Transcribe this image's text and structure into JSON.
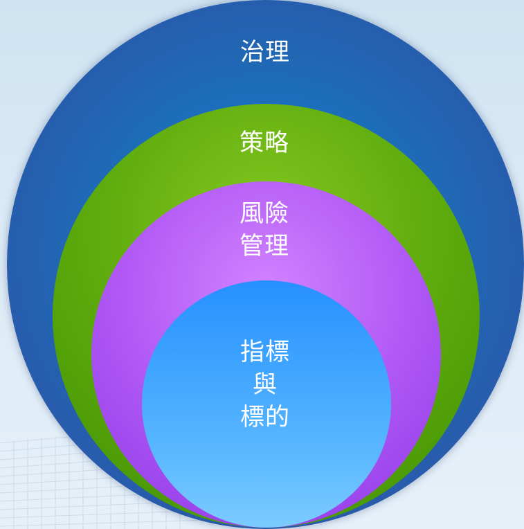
{
  "diagram": {
    "layers": [
      {
        "id": "governance",
        "label": "治理",
        "color": "#2b57a8"
      },
      {
        "id": "strategy",
        "label": "策略",
        "color": "#5fac0e"
      },
      {
        "id": "risk",
        "label": "風險\n管理",
        "color": "#b45cf6"
      },
      {
        "id": "kpi",
        "label": "指標\n與\n標的",
        "color": "#3fa4ff"
      }
    ]
  }
}
